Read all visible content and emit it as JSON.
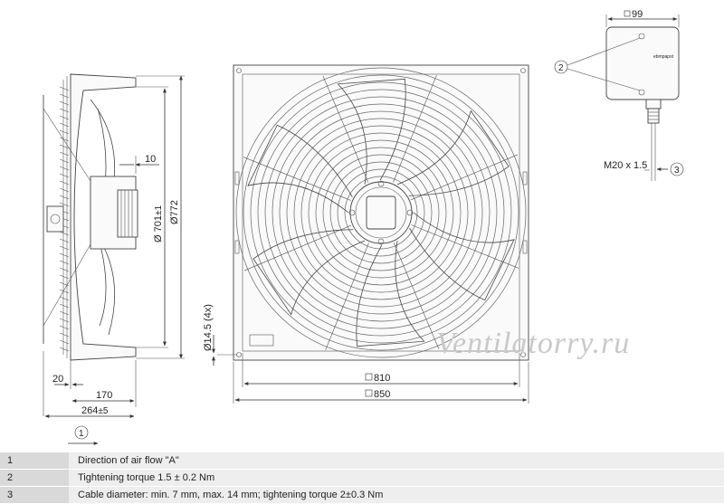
{
  "dimensions": {
    "side_flange_offset": "10",
    "side_diameter_inner": "Ø 701",
    "side_diameter_inner_tol": "±1",
    "side_diameter_outer": "Ø772",
    "side_width_20": "20",
    "side_width_170": "170",
    "side_width_264": "264",
    "side_width_264_tol": "±5",
    "front_hole_diameter": "Ø14.5 (4x)",
    "front_width_810": "810",
    "front_width_850": "850",
    "box_width": "99",
    "box_thread": "M20 x 1.5"
  },
  "callouts": {
    "air_flow": "1",
    "torque": "2",
    "cable": "3"
  },
  "box_brand": "ebmpapst",
  "watermark": "Ventilatorry.ru",
  "legend": [
    {
      "num": "1",
      "text": "Direction of air flow \"A\""
    },
    {
      "num": "2",
      "text": "Tightening torque 1.5 ± 0.2 Nm"
    },
    {
      "num": "3",
      "text": "Cable diameter: min. 7 mm, max. 14 mm; tightening torque 2±0.3 Nm"
    }
  ]
}
